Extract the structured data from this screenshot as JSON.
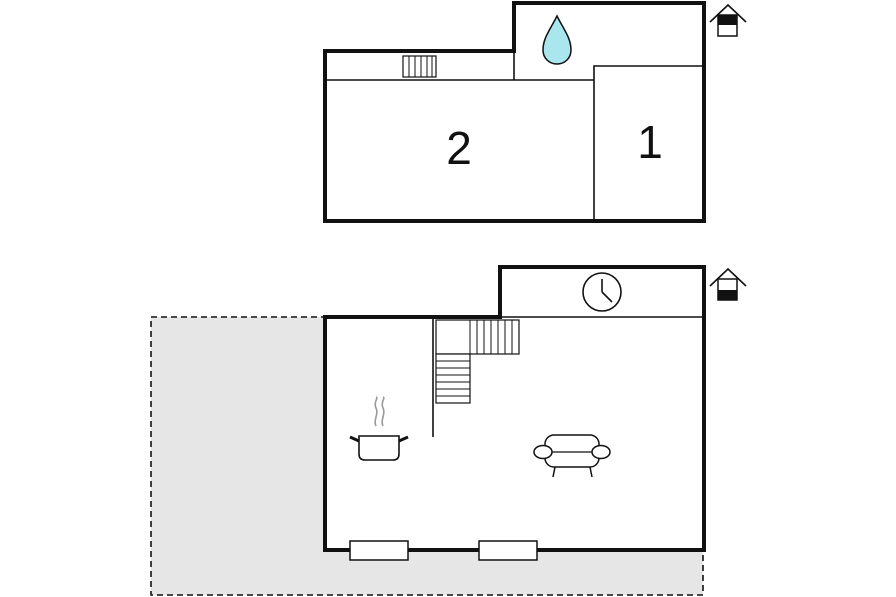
{
  "floors": [
    {
      "id": "upper",
      "rooms": [
        {
          "id": "bedroom-2",
          "label": "2"
        },
        {
          "id": "bedroom-1",
          "label": "1"
        }
      ],
      "icons": [
        "stairs-icon",
        "water-drop-icon",
        "floor-level-upper-icon"
      ]
    },
    {
      "id": "ground",
      "rooms": [],
      "icons": [
        "clock-icon",
        "stairs-icon",
        "cooking-pot-icon",
        "sofa-icon",
        "window-icon",
        "window-icon",
        "floor-level-ground-icon"
      ],
      "terrace": true
    }
  ],
  "colors": {
    "wall": "#111111",
    "terrace_fill": "#e6e6e6",
    "water": "#a9e6ee",
    "steam": "#999999"
  }
}
